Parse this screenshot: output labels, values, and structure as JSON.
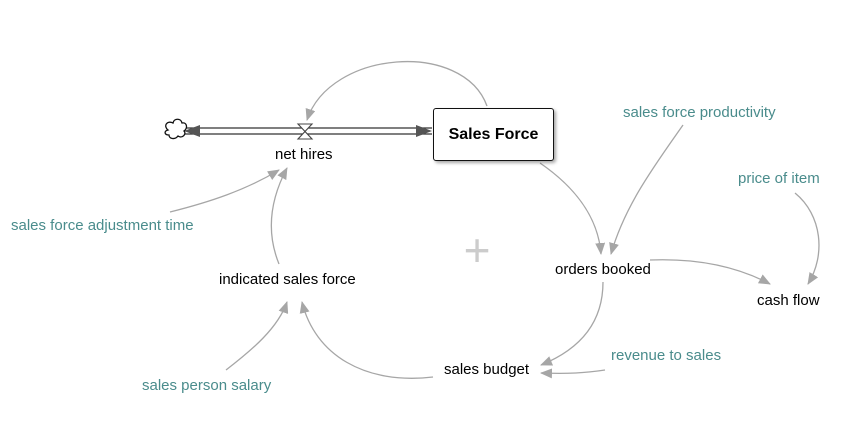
{
  "diagram": {
    "stock": {
      "label": "Sales Force"
    },
    "flow": {
      "label": "net hires"
    },
    "variables": {
      "orders_booked": "orders booked",
      "cash_flow": "cash flow",
      "indicated_sales_force": "indicated sales force",
      "sales_budget": "sales budget"
    },
    "constants": {
      "sales_force_productivity": "sales force productivity",
      "price_of_item": "price of item",
      "sales_force_adjustment_time": "sales force adjustment time",
      "revenue_to_sales": "revenue to sales",
      "sales_person_salary": "sales person salary"
    },
    "loop_polarity": "+",
    "colors": {
      "link": "#a6a6a6",
      "constant_text": "#4a8c8c",
      "variable_text": "#000000",
      "flow_pipe": "#333333",
      "polarity": "#cccccc"
    }
  }
}
